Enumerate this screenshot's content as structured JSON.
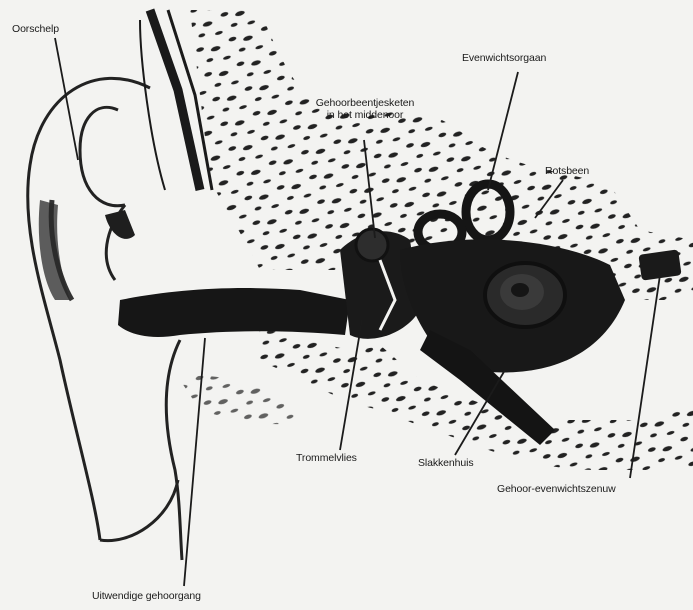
{
  "diagram": {
    "labels": {
      "oorschelp": "Oorschelp",
      "evenwichtsorgaan": "Evenwichtsorgaan",
      "gehoorbeentjes_line1": "Gehoorbeentjesketen",
      "gehoorbeentjes_line2": "in het middenoor",
      "rotsbeen": "Rotsbeen",
      "trommelvlies": "Trommelvlies",
      "slakkenhuis": "Slakkenhuis",
      "gehoor_evenwichtszenuw": "Gehoor-evenwichtszenuw",
      "uitwendige_gehoorgang": "Uitwendige gehoorgang"
    },
    "colors": {
      "ink": "#1b1b1b",
      "paper": "#f3f3f1"
    }
  }
}
